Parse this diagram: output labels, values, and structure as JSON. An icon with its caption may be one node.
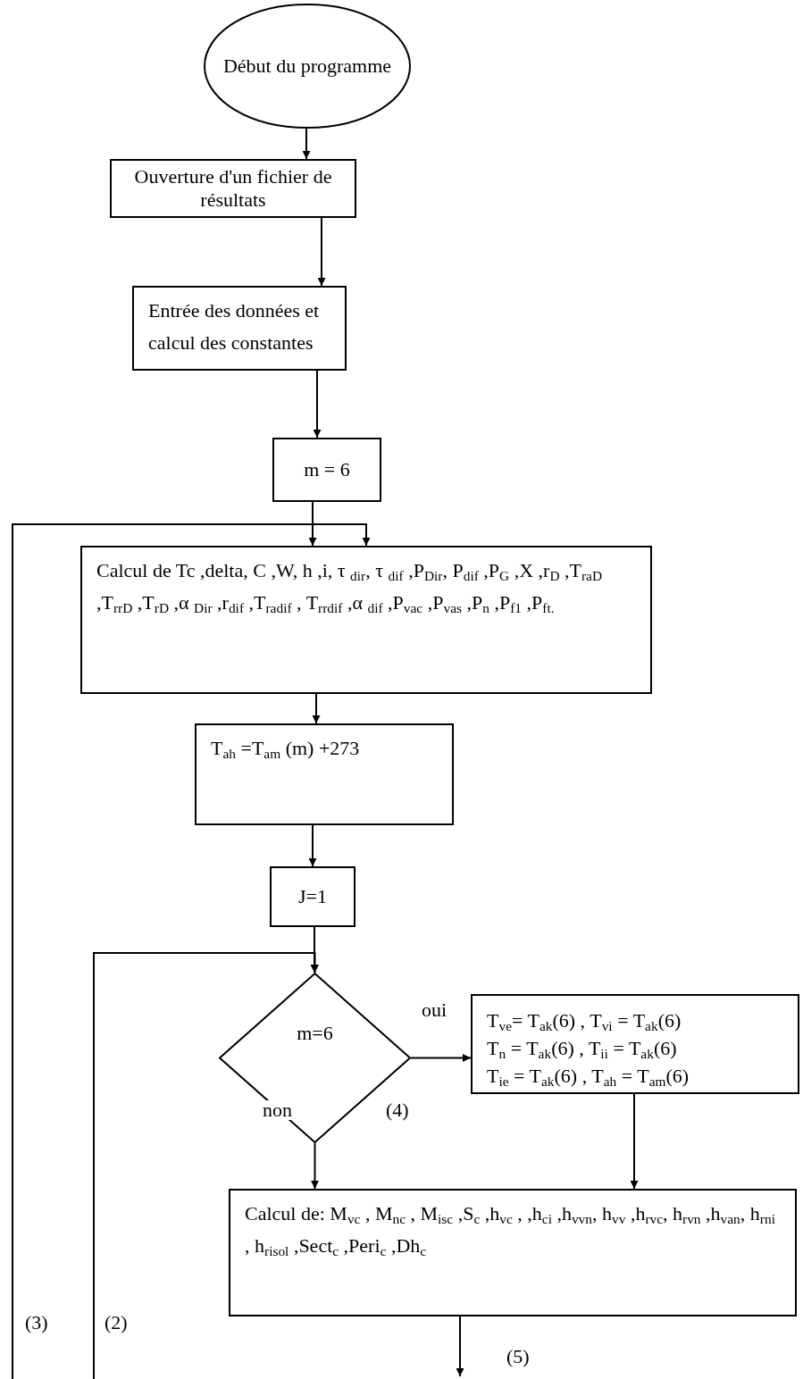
{
  "diagram": {
    "nodes": [
      {
        "text": [
          "Début du programme"
        ]
      },
      {
        "text": [
          "Ouverture d'un fichier de résultats"
        ]
      },
      {
        "text": [
          "Entrée des données et calcul des constantes"
        ]
      },
      {
        "text": [
          "m = 6"
        ]
      },
      {
        "text": [
          "Calcul de Tc ,delta, C ,W, h ,i, τ $_{dir}$, τ $_{dif}$ ,P$_{Dir}$, P$_{dif}$ ,P$_{G}$ ,X ,r$_{D}$ ,T$_{raD}$ ,T$_{rrD}$ ,T$_{rD}$ ,α $_{Dir}$ ,r$_{dif}$ ,T$_{radif}$ , T$_{rrdif}$ ,α $_{dif}$ ,P$_{vac}$ ,P$_{vas}$ ,P$_{n}$ ,P$_{f1}$ ,P$_{ft.}$"
        ]
      },
      {
        "text": [
          "T$_{ah}$ =T$_{am}$ (m) +273"
        ]
      },
      {
        "text": [
          "J=1"
        ]
      },
      {
        "text": [
          "m=6"
        ]
      },
      {
        "text": [
          "T$_{ve}$= T$_{ak}$(6) , T$_{vi}$ = T$_{ak}$(6)",
          "T$_{n}$ = T$_{ak}$(6) , T$_{ii}$ = T$_{ak}$(6)",
          "T$_{ie}$ = T$_{ak}$(6) , T$_{ah}$ = T$_{am}$(6)"
        ]
      },
      {
        "text": [
          "Calcul de: M$_{vc}$ , M$_{nc}$ , M$_{isc}$ ,S$_{c}$ ,h$_{vc}$ , ,h$_{ci}$ ,h$_{vvn}$, h$_{vv}$ ,h$_{rvc}$, h$_{rvn}$ ,h$_{van}$, h$_{rni}$ , h$_{risol}$ ,Sect$_{c}$ ,Peri$_{c}$ ,Dh$_{c}$"
        ]
      }
    ],
    "edges": [
      {
        "from": 0,
        "to": 1,
        "arrow": "to"
      },
      {
        "from": 1,
        "to": 2,
        "arrow": "to"
      },
      {
        "from": 2,
        "to": 3,
        "arrow": "to"
      },
      {
        "from": 3,
        "to": 4,
        "arrow": "to"
      },
      {
        "from": null,
        "to": 4,
        "arrow": "to",
        "label": "(3)"
      },
      {
        "from": 4,
        "to": 5,
        "arrow": "to"
      },
      {
        "from": 5,
        "to": 6,
        "arrow": "to"
      },
      {
        "from": 6,
        "to": 7,
        "arrow": "to"
      },
      {
        "from": null,
        "to": 7,
        "arrow": "to",
        "label": "(2)"
      },
      {
        "from": 7,
        "to": 8,
        "arrow": "to",
        "label": "oui"
      },
      {
        "from": 7,
        "to": 9,
        "arrow": "to",
        "label": "non"
      },
      {
        "from": 8,
        "to": 9,
        "arrow": "to"
      },
      {
        "from": 9,
        "to": null,
        "arrow": "to",
        "label": "(5)"
      }
    ],
    "labels": [
      "(4)"
    ]
  }
}
